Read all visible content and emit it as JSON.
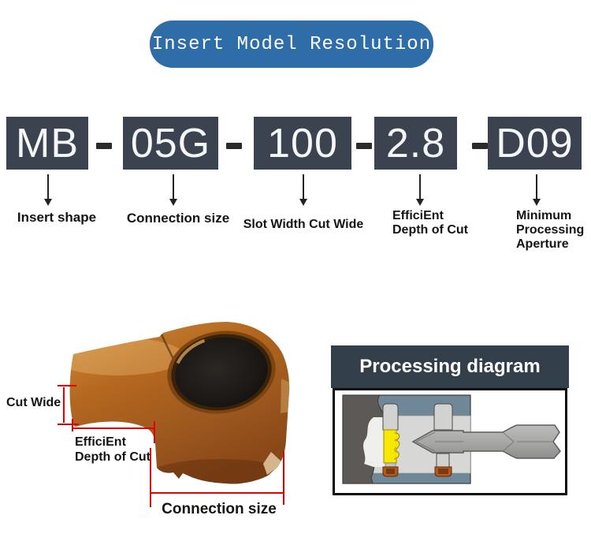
{
  "banner": {
    "title": "Insert Model Resolution",
    "bg": "#2f6da8"
  },
  "model_code": {
    "separator": "-",
    "box_bg": "#3a434f",
    "segments": [
      {
        "code": "MB",
        "label_lines": [
          "Insert shape"
        ]
      },
      {
        "code": "05G",
        "label_lines": [
          "Connection size"
        ]
      },
      {
        "code": "100",
        "label_lines": [
          "Slot Width Cut Wide"
        ]
      },
      {
        "code": "2.8",
        "label_lines": [
          "EfficiEnt",
          "Depth of Cut"
        ]
      },
      {
        "code": "D09",
        "label_lines": [
          "Minimum",
          "Processing",
          "Aperture"
        ]
      }
    ]
  },
  "photo": {
    "annotations": {
      "cut_wide": "Cut Wide",
      "efficient_line1": "EfficiEnt",
      "efficient_line2": "Depth of Cut",
      "connection_size": "Connection size"
    },
    "dimension_color": "#e60000",
    "insert_color": "#a85e20"
  },
  "processing": {
    "title": "Processing diagram",
    "header_bg": "#333e4b",
    "insert_highlight": "#f6e800"
  }
}
